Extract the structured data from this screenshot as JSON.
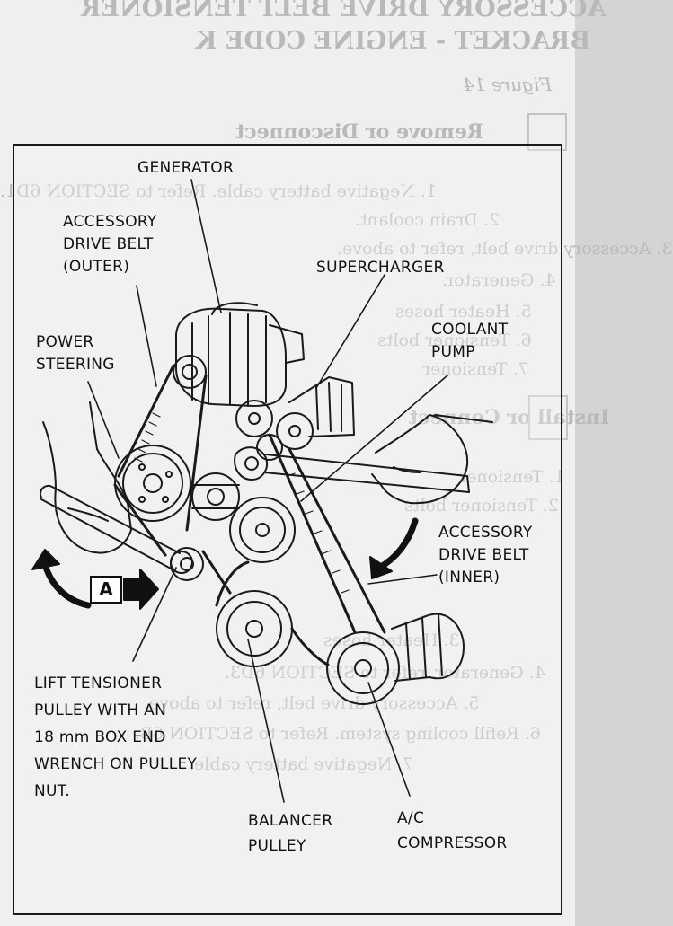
{
  "background_text": {
    "title_line1": "ACCESSORY DRIVE BELT TENSIONER",
    "title_line2": "BRACKET - ENGINE CODE K",
    "figure_ref": "Figure 14",
    "remove_heading": "Remove or Disconnect",
    "remove_steps": [
      "1. Negative battery cable. Refer to SECTION 6D1.",
      "2. Drain coolant.",
      "3. Accessory drive belt, refer to above.",
      "4. Generator.",
      "5. Heater hoses",
      "6. Tensioner bolts",
      "7. Tensioner"
    ],
    "install_heading": "Install or Connect",
    "install_steps": [
      "1. Tensioner",
      "2. Tensioner bolts",
      "3. Heater hoses",
      "4. Generator, refer to SECTION 6D3.",
      "5. Accessory drive belt, refer to above.",
      "6. Refill cooling system. Refer to SECTION 6B.",
      "7. Negative battery cable."
    ]
  },
  "diagram": {
    "labels": {
      "generator": "GENERATOR",
      "accessory_drive_belt_outer": "ACCESSORY\nDRIVE BELT\n(OUTER)",
      "supercharger": "SUPERCHARGER",
      "power_steering": "POWER\nSTEERING",
      "coolant_pump": "COOLANT\nPUMP",
      "accessory_drive_belt_inner": "ACCESSORY\nDRIVE BELT\n(INNER)",
      "view_callout": "A",
      "lift_tensioner_note": "LIFT TENSIONER\nPULLEY WITH AN\n18 mm BOX END\nWRENCH ON PULLEY\nNUT.",
      "balancer_pulley": "BALANCER\nPULLEY",
      "ac_compressor": "A/C\nCOMPRESSOR"
    }
  }
}
